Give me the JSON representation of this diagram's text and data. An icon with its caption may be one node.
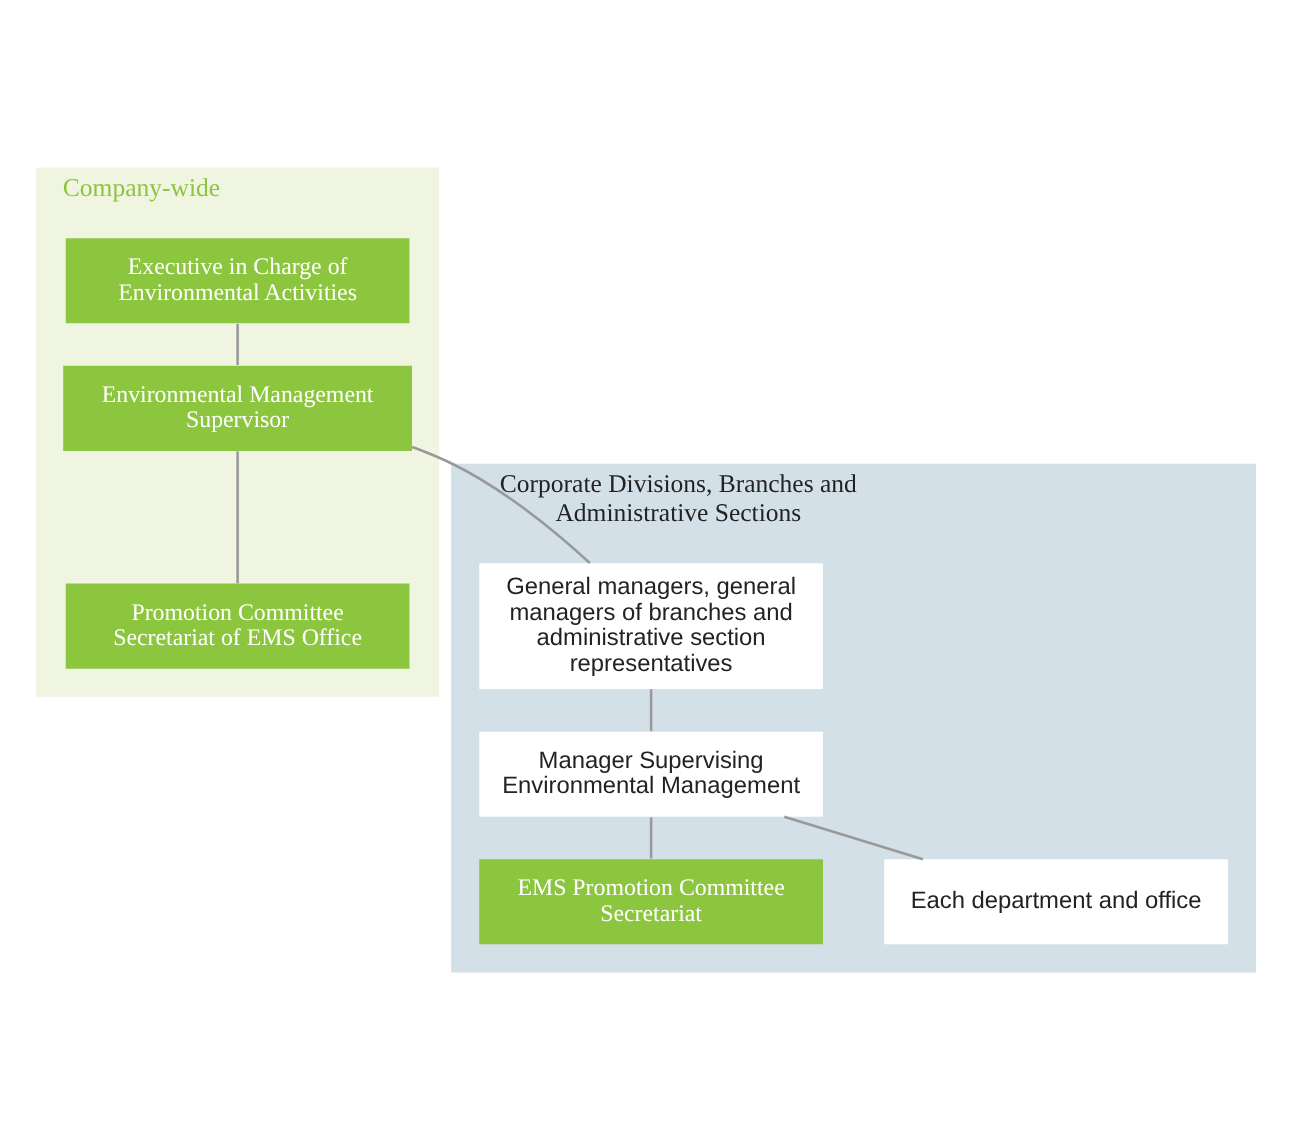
{
  "diagram": {
    "nodes": [
      {
        "text": [
          "Company-wide"
        ]
      },
      {
        "text": [
          "Executive in Charge of Environmental Activities"
        ],
        "in": 0
      },
      {
        "text": [
          "Environmental Management Supervisor"
        ],
        "in": 0
      },
      {
        "text": [
          "Promotion Committee Secretariat of EMS Office"
        ],
        "in": 0
      },
      {
        "text": [
          "Corporate Divisions, Branches and Administrative Sections"
        ]
      },
      {
        "text": [
          "General managers, general managers of branches and administrative section representatives"
        ],
        "in": 4
      },
      {
        "text": [
          "Manager Supervising Environmental Management"
        ],
        "in": 4
      },
      {
        "text": [
          "EMS Promotion Committee Secretariat"
        ],
        "in": 4
      },
      {
        "text": [
          "Each department and office"
        ],
        "in": 4
      }
    ],
    "edges": [
      {
        "from": 1,
        "to": 2,
        "arrow": "none"
      },
      {
        "from": 2,
        "to": 3,
        "arrow": "none"
      },
      {
        "from": 2,
        "to": 5,
        "arrow": "none"
      },
      {
        "from": 5,
        "to": 6,
        "arrow": "none"
      },
      {
        "from": 6,
        "to": 7,
        "arrow": "none"
      },
      {
        "from": 6,
        "to": 8,
        "arrow": "none"
      }
    ]
  }
}
